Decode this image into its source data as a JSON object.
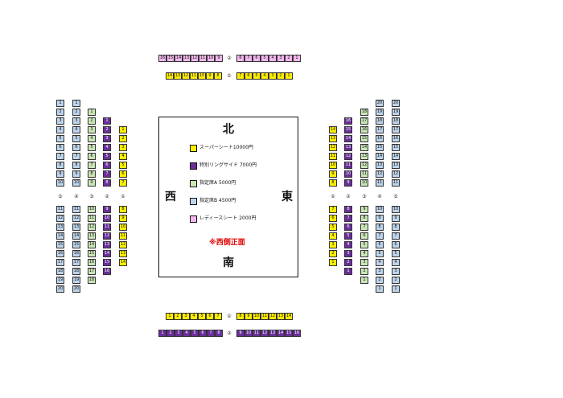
{
  "directions": {
    "north": "北",
    "south": "南",
    "east": "東",
    "west": "西"
  },
  "front_note": "※西側正面",
  "tiers": {
    "super": {
      "label": "スーパーシート10000円",
      "color": "#ffee00"
    },
    "special": {
      "label": "特別リングサイド 7000円",
      "color": "#6a2f9a"
    },
    "a": {
      "label": "指定席A 5000円",
      "color": "#c9e6b5"
    },
    "b": {
      "label": "指定席B 4500円",
      "color": "#bcd4ec"
    },
    "lady": {
      "label": "レディースシート 2000円",
      "color": "#f5b7ee"
    }
  },
  "north": {
    "row2": {
      "label": "②",
      "left_seats": [
        "16",
        "15",
        "14",
        "13",
        "12",
        "11",
        "10",
        "9"
      ],
      "right_seats": [
        "6",
        "7",
        "6",
        "5",
        "4",
        "3",
        "2",
        "1"
      ],
      "tier": "lady"
    },
    "row1": {
      "label": "①",
      "left_seats": [
        "14",
        "13",
        "12",
        "11",
        "10",
        "9",
        "8"
      ],
      "right_seats": [
        "7",
        "6",
        "5",
        "4",
        "3",
        "2",
        "1"
      ],
      "tier": "super"
    }
  },
  "south": {
    "row1": {
      "label": "①",
      "left_seats": [
        "1",
        "2",
        "3",
        "4",
        "5",
        "6",
        "7"
      ],
      "right_seats": [
        "8",
        "9",
        "10",
        "11",
        "12",
        "13",
        "14"
      ],
      "tier": "super"
    },
    "row2": {
      "label": "②",
      "left_seats": [
        "1",
        "2",
        "3",
        "4",
        "5",
        "6",
        "7",
        "8"
      ],
      "right_seats": [
        "9",
        "10",
        "11",
        "12",
        "13",
        "14",
        "15",
        "16"
      ],
      "tier": "special"
    }
  },
  "west_columns": [
    {
      "label": "⑤",
      "tier": "b",
      "top": [
        "1",
        "2",
        "3",
        "4",
        "5",
        "6",
        "7",
        "8",
        "9",
        "10"
      ],
      "bottom": [
        "11",
        "12",
        "13",
        "14",
        "15",
        "16",
        "17",
        "18",
        "19",
        "20"
      ]
    },
    {
      "label": "④",
      "tier": "b",
      "top": [
        "1",
        "2",
        "3",
        "4",
        "5",
        "6",
        "7",
        "8",
        "9",
        "10"
      ],
      "bottom": [
        "11",
        "12",
        "13",
        "14",
        "15",
        "16",
        "17",
        "18",
        "19",
        "20"
      ]
    },
    {
      "label": "③",
      "tier": "a",
      "top": [
        "1",
        "2",
        "3",
        "4",
        "5",
        "6",
        "7",
        "8",
        "9"
      ],
      "bottom": [
        "10",
        "11",
        "12",
        "13",
        "14",
        "15",
        "16",
        "17",
        "18"
      ]
    },
    {
      "label": "②",
      "tier": "special",
      "top": [
        "1",
        "2",
        "3",
        "4",
        "5",
        "6",
        "7",
        "8"
      ],
      "bottom": [
        "9",
        "10",
        "11",
        "12",
        "13",
        "14",
        "15",
        "16"
      ]
    },
    {
      "label": "①",
      "tier": "super",
      "top": [
        "1",
        "2",
        "3",
        "4",
        "5",
        "6",
        "7"
      ],
      "bottom": [
        "8",
        "9",
        "10",
        "11",
        "12",
        "13",
        "14"
      ]
    }
  ],
  "east_columns": [
    {
      "label": "①",
      "tier": "super",
      "top": [
        "14",
        "13",
        "12",
        "11",
        "10",
        "9",
        "8"
      ],
      "bottom": [
        "7",
        "6",
        "5",
        "4",
        "3",
        "2",
        "1"
      ]
    },
    {
      "label": "②",
      "tier": "special",
      "top": [
        "16",
        "15",
        "14",
        "13",
        "12",
        "11",
        "10",
        "9"
      ],
      "bottom": [
        "8",
        "7",
        "6",
        "5",
        "4",
        "3",
        "2",
        "1"
      ]
    },
    {
      "label": "③",
      "tier": "a",
      "top": [
        "18",
        "17",
        "16",
        "15",
        "14",
        "13",
        "12",
        "11",
        "10"
      ],
      "bottom": [
        "9",
        "8",
        "7",
        "6",
        "5",
        "4",
        "3",
        "2",
        "1"
      ]
    },
    {
      "label": "④",
      "tier": "b",
      "top": [
        "20",
        "19",
        "18",
        "17",
        "16",
        "15",
        "14",
        "13",
        "12",
        "11"
      ],
      "bottom": [
        "10",
        "9",
        "8",
        "7",
        "6",
        "5",
        "4",
        "3",
        "2",
        "1"
      ]
    },
    {
      "label": "⑤",
      "tier": "b",
      "top": [
        "20",
        "19",
        "18",
        "17",
        "16",
        "15",
        "14",
        "13",
        "12",
        "11"
      ],
      "bottom": [
        "10",
        "9",
        "8",
        "7",
        "6",
        "5",
        "4",
        "3",
        "2",
        "1"
      ]
    }
  ]
}
